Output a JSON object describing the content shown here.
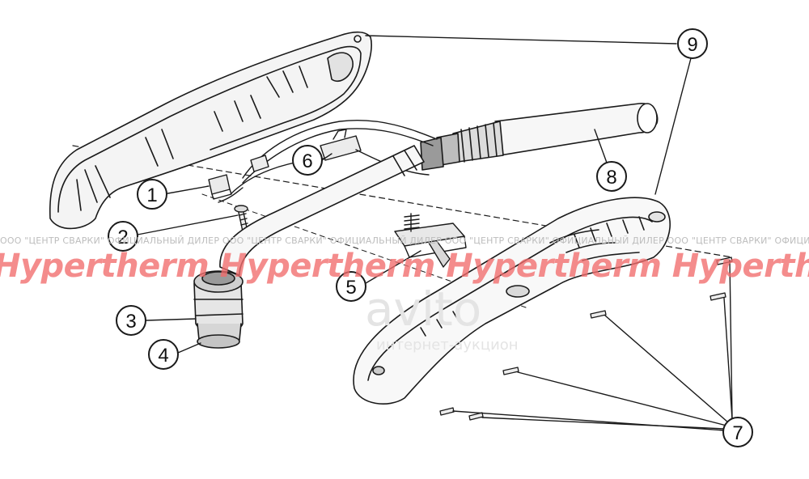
{
  "callouts": [
    {
      "label": "1"
    },
    {
      "label": "2"
    },
    {
      "label": "3"
    },
    {
      "label": "4"
    },
    {
      "label": "5"
    },
    {
      "label": "6"
    },
    {
      "label": "7"
    },
    {
      "label": "8"
    },
    {
      "label": "9"
    }
  ],
  "watermark": {
    "line_text": "ООО \"ЦЕНТР СВАРКИ\"  ОФИЦИАЛЬНЫЙ ДИЛЕР  ООО \"ЦЕНТР СВАРКИ\"  ОФИЦИАЛЬНЫЙ ДИЛЕР  ООО \"ЦЕНТР СВАРКИ\"  ОФИЦИАЛЬНЫЙ ДИЛЕР  ООО \"ЦЕНТР СВАРКИ\"  ОФИЦИАЛЬНЫЙ ДИЛЕР  ООО \"ЦЕНТР СВАРКИ\"  ОФИЦИАЛЬНЫЙ ДИЛЕР",
    "brand_text": "Hypertherm Hypertherm Hypertherm Hypertherm",
    "brand_color": "#f26d6d",
    "faint_big": "avito",
    "faint_small": "интернет-аукцион"
  }
}
